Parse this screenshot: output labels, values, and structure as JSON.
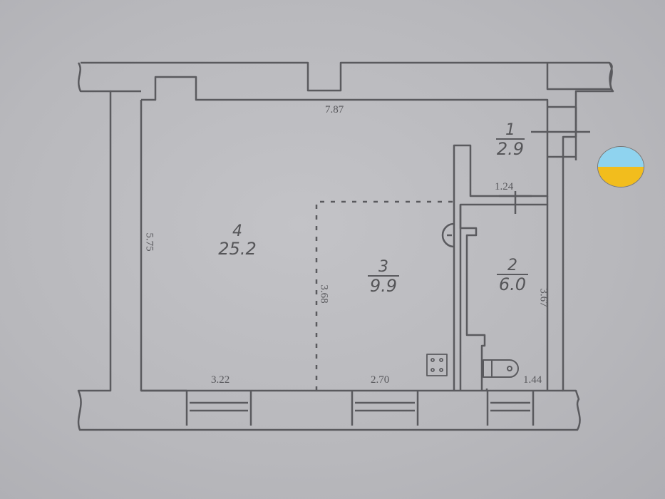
{
  "plan": {
    "rooms": [
      {
        "number": "1",
        "area": "2.9"
      },
      {
        "number": "2",
        "area": "6.0"
      },
      {
        "number": "3",
        "area": "9.9"
      },
      {
        "number": "4",
        "area": "25.2"
      }
    ],
    "dimensions": {
      "top_width": "7.87",
      "left_height": "5.75",
      "partition_height": "3.68",
      "bath_height": "3.67",
      "corridor_width": "1.24",
      "bottom_left": "3.22",
      "bottom_middle": "2.70",
      "bottom_right": "1.44"
    },
    "icons": {
      "stove": "stove-icon",
      "toilet": "toilet-icon",
      "sink": "sink-icon",
      "flag_badge": "flag-badge-icon"
    },
    "colors": {
      "background": "#b9b9bd",
      "lines": "#5a5a5e",
      "badge_top": "#8fd3ef",
      "badge_bottom": "#f2bd1d"
    }
  }
}
